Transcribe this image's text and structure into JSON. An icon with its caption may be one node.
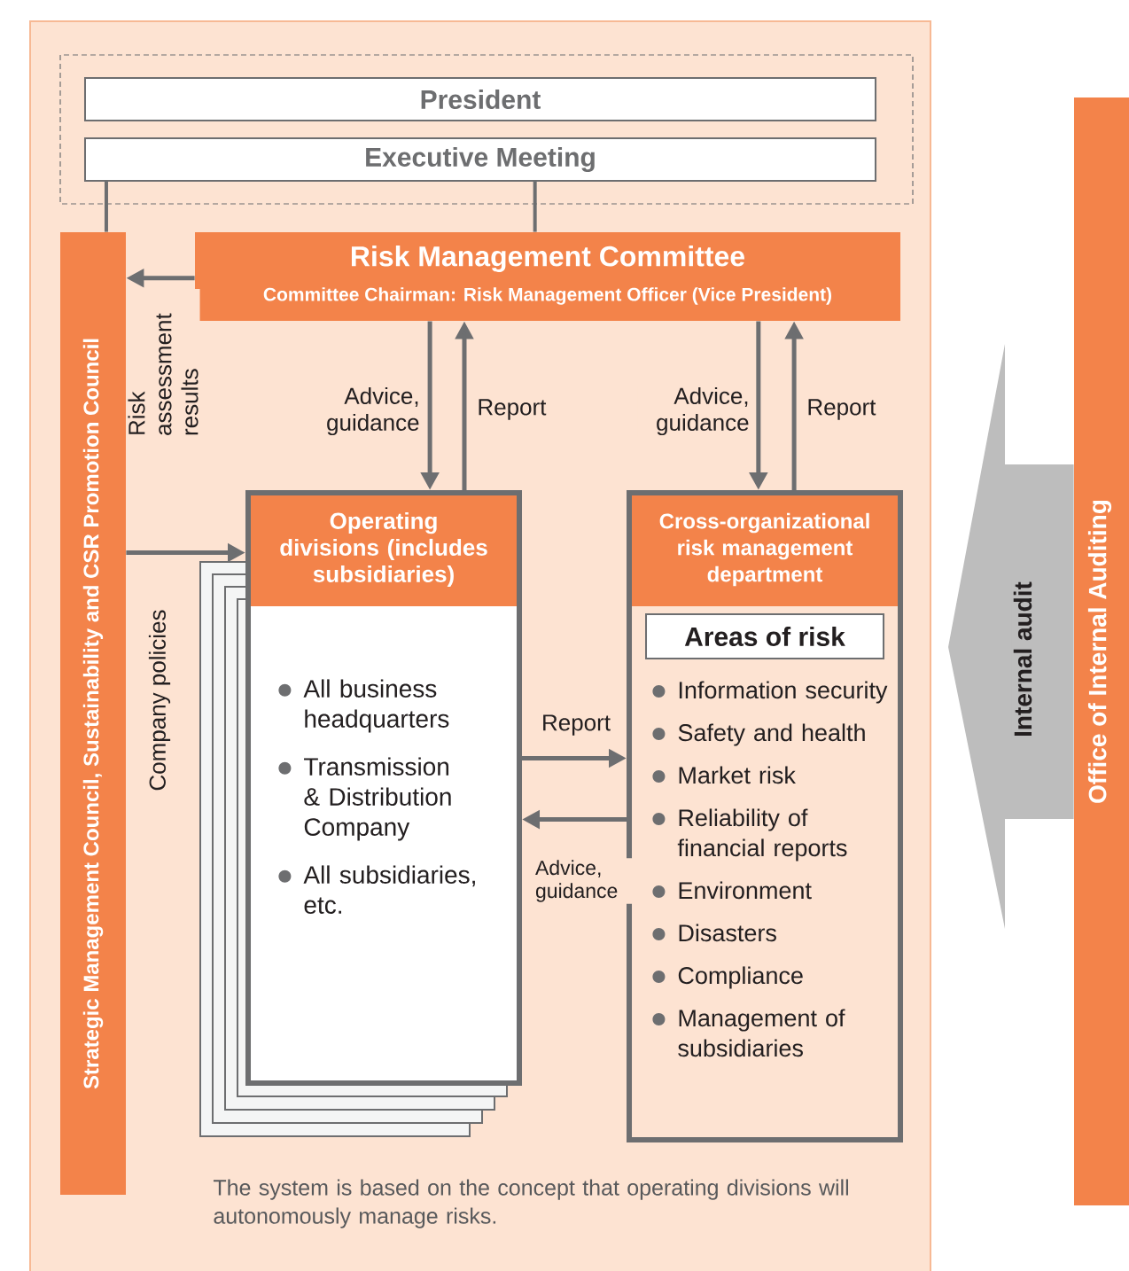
{
  "diagram": {
    "nodes": [
      {
        "text": [
          "President"
        ]
      },
      {
        "text": [
          "Executive Meeting"
        ]
      },
      {
        "text": [
          "Strategic Management Council, Sustainability and CSR Promotion Council"
        ]
      },
      {
        "text": [
          "Risk Management Committee",
          "Committee Chairman: Risk Management Officer (Vice President)"
        ]
      },
      {
        "text": [
          "Operating divisions (includes subsidiaries)",
          "All business headquarters",
          "Transmission & Distribution Company",
          "All subsidiaries, etc."
        ]
      },
      {
        "text": [
          "Cross-organizational risk management department",
          "Information security",
          "Safety and health",
          "Market risk",
          "Reliability of financial reports",
          "Environment",
          "Disasters",
          "Compliance",
          "Management of subsidiaries"
        ]
      },
      {
        "text": [
          "Areas of risk"
        ],
        "in": 5
      },
      {
        "text": [
          "Office of Internal Auditing"
        ]
      }
    ],
    "edges": [
      {
        "from": 1,
        "to": 2,
        "arrow": "none"
      },
      {
        "from": 1,
        "to": 3,
        "arrow": "none"
      },
      {
        "from": 3,
        "to": 2,
        "arrow": "to",
        "label": "Risk assessment results"
      },
      {
        "from": 2,
        "to": 4,
        "arrow": "to",
        "label": "Company policies"
      },
      {
        "from": 3,
        "to": 4,
        "arrow": "to",
        "label": "Advice, guidance"
      },
      {
        "from": 4,
        "to": 3,
        "arrow": "to",
        "label": "Report"
      },
      {
        "from": 3,
        "to": 5,
        "arrow": "to",
        "label": "Advice, guidance"
      },
      {
        "from": 5,
        "to": 3,
        "arrow": "to",
        "label": "Report"
      },
      {
        "from": 4,
        "to": 5,
        "arrow": "to",
        "label": "Report"
      },
      {
        "from": 5,
        "to": 4,
        "arrow": "to",
        "label": "Advice, guidance"
      },
      {
        "from": 7,
        "to": null,
        "arrow": "to",
        "style": "thick",
        "label": "Internal audit"
      }
    ],
    "labels": [
      "The system is based on the concept that operating divisions will autonomously manage risks."
    ]
  }
}
